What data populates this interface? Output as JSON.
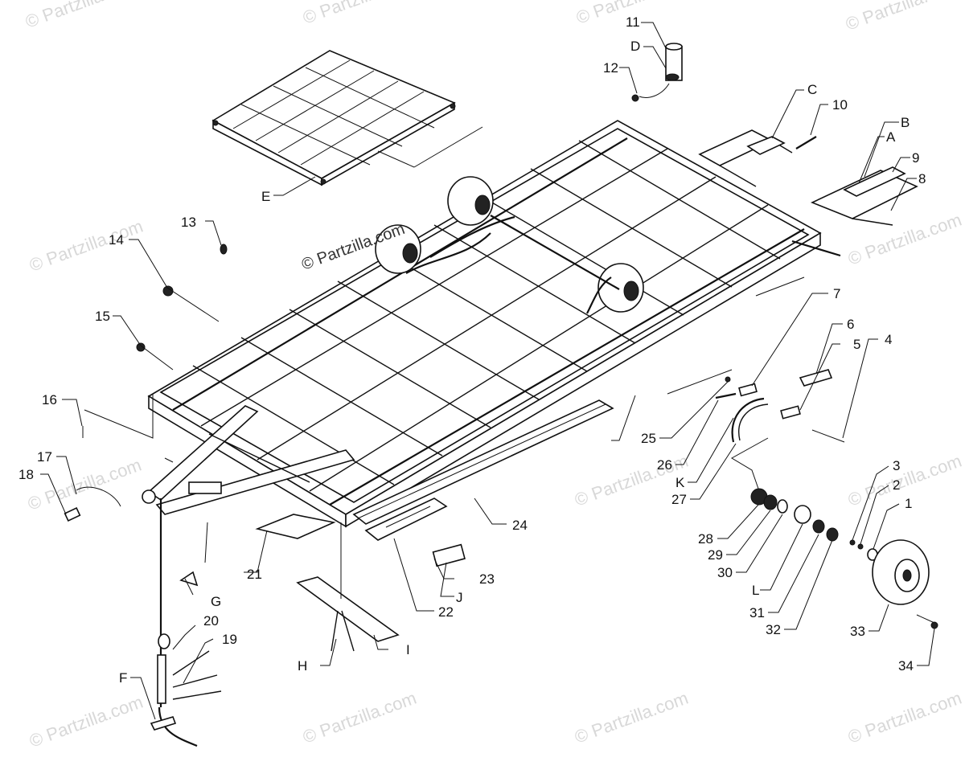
{
  "watermark": "© Partzilla.com",
  "credit": "© Partzilla.com",
  "callouts": {
    "c1": "1",
    "c2": "2",
    "c3": "3",
    "c4": "4",
    "c5": "5",
    "c6": "6",
    "c7": "7",
    "c8": "8",
    "c9": "9",
    "c10": "10",
    "c11": "11",
    "c12": "12",
    "c13": "13",
    "c14": "14",
    "c15": "15",
    "c16": "16",
    "c17": "17",
    "c18": "18",
    "c19": "19",
    "c20": "20",
    "c21": "21",
    "c22": "22",
    "c23": "23",
    "c24": "24",
    "c25": "25",
    "c26": "26",
    "c27": "27",
    "c28": "28",
    "c29": "29",
    "c30": "30",
    "c31": "31",
    "c32": "32",
    "c33": "33",
    "c34": "34",
    "cA": "A",
    "cB": "B",
    "cC": "C",
    "cD": "D",
    "cE": "E",
    "cF": "F",
    "cG": "G",
    "cH": "H",
    "cI": "I",
    "cJ": "J",
    "cK": "K",
    "cL": "L"
  }
}
